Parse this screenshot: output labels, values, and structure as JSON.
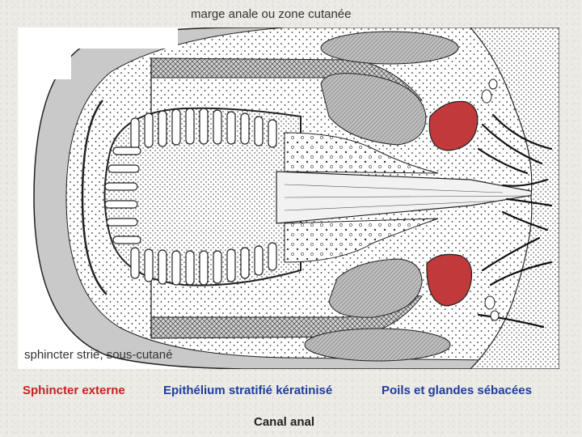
{
  "labels": {
    "top": "marge anale ou zone cutanée",
    "sphincter_strie": "sphincter strié, sous-cutané"
  },
  "legend": {
    "red": "Sphincter externe",
    "blue": "Epithélium stratifié kératinisé",
    "blue2": "Poils et glandes sébacées"
  },
  "title": "Canal anal",
  "colors": {
    "sphincter": "#c0393b",
    "legend_red": "#c62222",
    "legend_blue": "#1f3d9c",
    "muscle_gray": "#a3a3a3"
  }
}
